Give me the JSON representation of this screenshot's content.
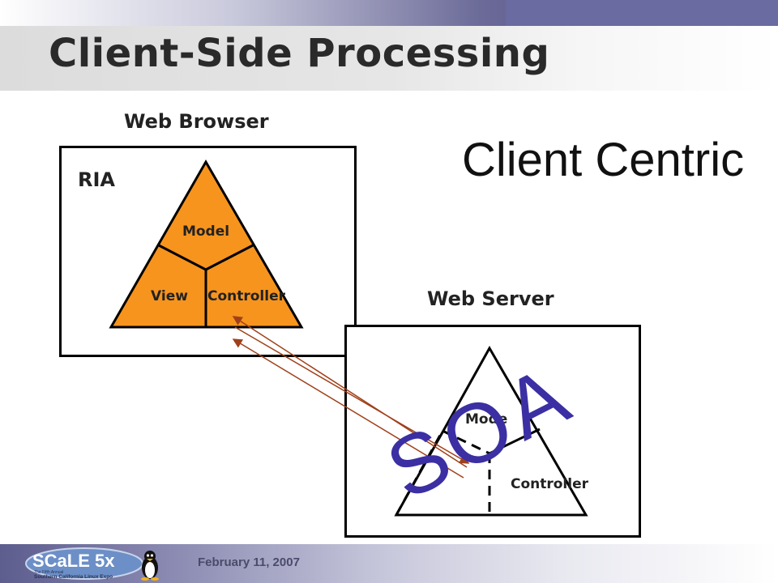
{
  "slide": {
    "title": "Client-Side Processing",
    "client_centric": "Client Centric"
  },
  "browser": {
    "heading": "Web Browser",
    "ria": "RIA",
    "model": "Model",
    "view": "View",
    "controller": "Controller"
  },
  "server": {
    "heading": "Web Server",
    "model": "Mode",
    "controller": "Controller",
    "soa": "SOA"
  },
  "footer": {
    "date": "February 11, 2007",
    "logo_text": "SCaLE 5x",
    "logo_subtitle": "The Fifth Annual",
    "logo_caption": "Southern California Linux Expo"
  },
  "colors": {
    "orange": "#f7941d",
    "soa_blue": "#3b2fa3",
    "arrow": "#a0401a"
  }
}
